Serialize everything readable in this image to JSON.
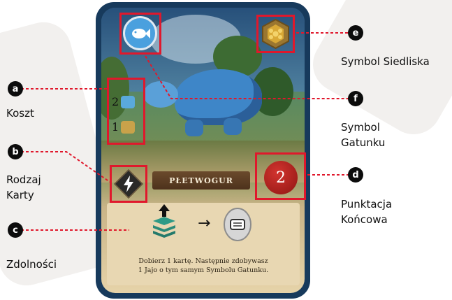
{
  "card": {
    "name": "PŁETWOGUR",
    "points": "2",
    "costs": [
      {
        "amount": "2",
        "food": "fish-icon"
      },
      {
        "amount": "1",
        "food": "wheat-icon"
      }
    ],
    "ability_text_line1": "Dobierz 1 kartę. Następnie zdobywasz",
    "ability_text_line2": "1 Jajo o tym samym Symbolu Gatunku.",
    "arrow": "→",
    "species_icon": "fish-icon",
    "habitat_icon": "honeycomb-icon",
    "type_icon": "lightning-icon"
  },
  "annotations": {
    "a": {
      "marker": "a",
      "label_line1": "Koszt"
    },
    "b": {
      "marker": "b",
      "label_line1": "Rodzaj",
      "label_line2": "Karty"
    },
    "c": {
      "marker": "c",
      "label_line1": "Zdolności"
    },
    "d": {
      "marker": "d",
      "label_line1": "Punktacja",
      "label_line2": "Końcowa"
    },
    "e": {
      "marker": "e",
      "label_line1": "Symbol Siedliska"
    },
    "f": {
      "marker": "f",
      "label_line1": "Symbol",
      "label_line2": "Gatunku"
    }
  },
  "colors": {
    "highlight": "#e0182c",
    "card_border": "#173a5c",
    "points_badge": "#b8201c",
    "species_badge": "#4aa0de",
    "marker": "#0c0c0c"
  }
}
